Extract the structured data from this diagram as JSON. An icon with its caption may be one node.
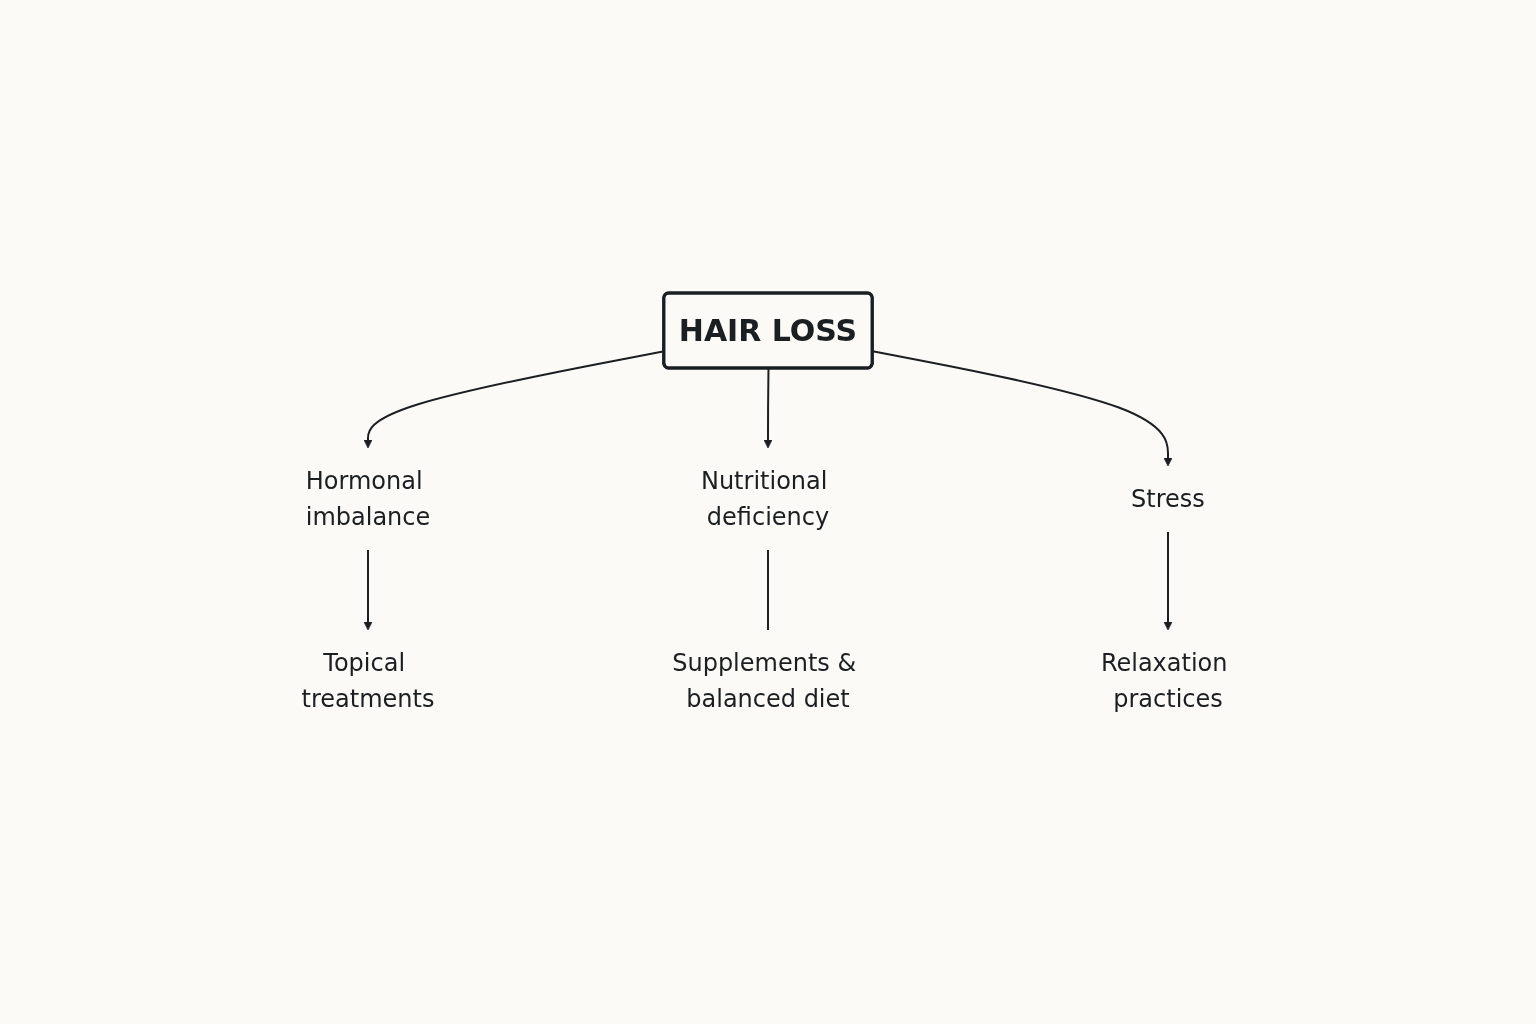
{
  "diagram": {
    "nodes": [
      {
        "text": [
          "HAIR LOSS"
        ]
      },
      {
        "text": [
          "Hormonal imbalance"
        ]
      },
      {
        "text": [
          "Nutritional deficiency"
        ]
      },
      {
        "text": [
          "Stress"
        ]
      },
      {
        "text": [
          "Topical treatments"
        ]
      },
      {
        "text": [
          "Supplements & balanced diet"
        ]
      },
      {
        "text": [
          "Relaxation practices"
        ]
      }
    ],
    "edges": [
      {
        "from": 0,
        "to": 1,
        "arrow": "to"
      },
      {
        "from": 0,
        "to": 2,
        "arrow": "to"
      },
      {
        "from": 0,
        "to": 3,
        "arrow": "to"
      },
      {
        "from": 1,
        "to": 4,
        "arrow": "to"
      },
      {
        "from": 2,
        "to": 5,
        "arrow": "none"
      },
      {
        "from": 3,
        "to": 6,
        "arrow": "to"
      }
    ]
  }
}
